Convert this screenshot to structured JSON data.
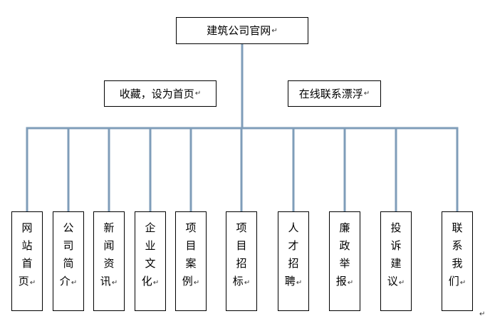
{
  "root": {
    "label": "建筑公司官网"
  },
  "notes": [
    {
      "label": "收藏，设为首页"
    },
    {
      "label": "在线联系漂浮"
    }
  ],
  "children": [
    {
      "chars": [
        "网",
        "站",
        "首",
        "页"
      ]
    },
    {
      "chars": [
        "公",
        "司",
        "简",
        "介"
      ]
    },
    {
      "chars": [
        "新",
        "闻",
        "资",
        "讯"
      ]
    },
    {
      "chars": [
        "企",
        "业",
        "文",
        "化"
      ]
    },
    {
      "chars": [
        "项",
        "目",
        "案",
        "例"
      ]
    },
    {
      "chars": [
        "项",
        "目",
        "招",
        "标"
      ]
    },
    {
      "chars": [
        "人",
        "才",
        "招",
        "聘"
      ]
    },
    {
      "chars": [
        "廉",
        "政",
        "举",
        "报"
      ]
    },
    {
      "chars": [
        "投",
        "诉",
        "建",
        "议"
      ]
    },
    {
      "chars": [
        "联",
        "系",
        "我",
        "们"
      ]
    }
  ],
  "paragraph_mark": "↵",
  "colors": {
    "connector": "#7f9db9",
    "border": "#000000"
  }
}
